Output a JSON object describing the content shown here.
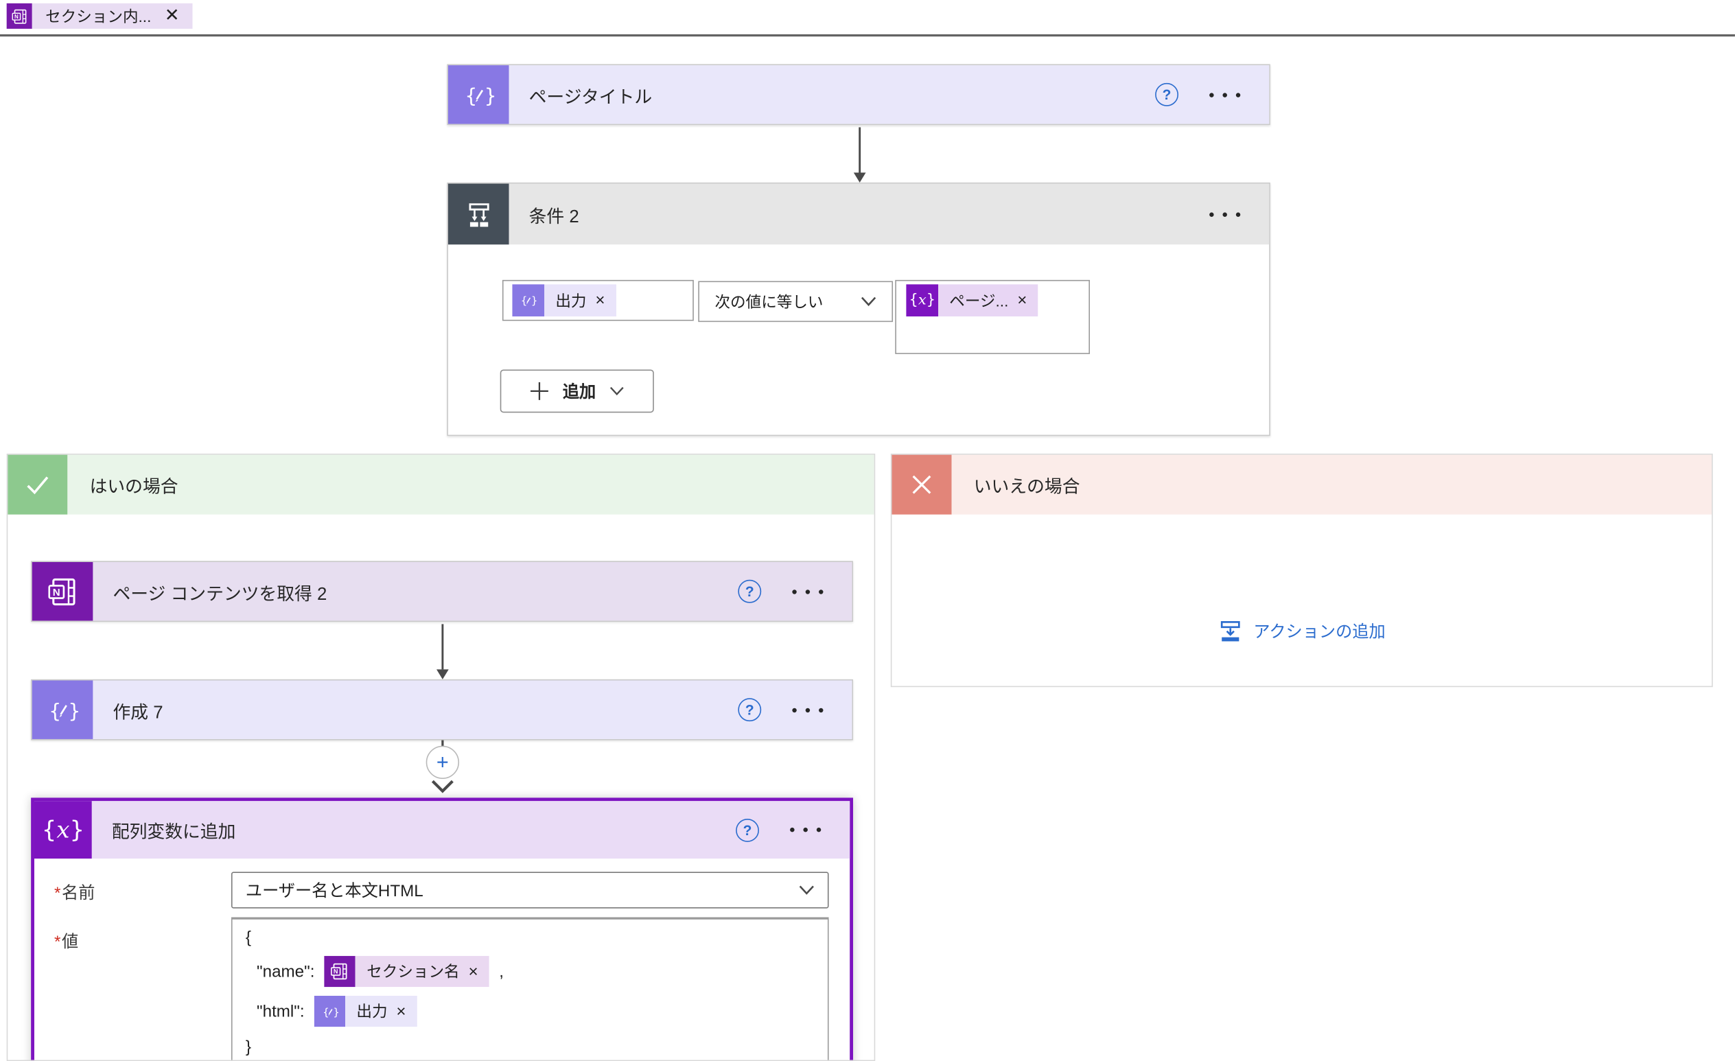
{
  "top_bar": {
    "trigger_chip_label": "セクション内..."
  },
  "compose_card": {
    "title": "ページタイトル"
  },
  "condition_card": {
    "title": "条件 2",
    "left_chip": "出力",
    "operator": "次の値に等しい",
    "right_chip": "ページ...",
    "add_button": "追加"
  },
  "yes_branch": {
    "header": "はいの場合"
  },
  "no_branch": {
    "header": "いいえの場合",
    "add_action": "アクションの追加"
  },
  "get_content_card": {
    "title": "ページ コンテンツを取得 2"
  },
  "compose7_card": {
    "title": "作成 7"
  },
  "append_card": {
    "title": "配列変数に追加",
    "required_mark": "*",
    "name_label": "名前",
    "name_value": "ユーザー名と本文HTML",
    "value_label": "値",
    "brace_open": "{",
    "brace_close": "}",
    "name_key": "\"name\":",
    "name_chip": "セクション名",
    "comma": ",",
    "html_key": "\"html\":",
    "html_chip": "出力"
  },
  "colors": {
    "onenote_purple": "#7719aa",
    "compose_purple": "#8878e4",
    "variable_purple": "#7d14c0",
    "condition_slate": "#454f59",
    "yes_green": "#8dc98e",
    "no_salmon": "#e28579",
    "link_blue": "#2b6cce"
  }
}
